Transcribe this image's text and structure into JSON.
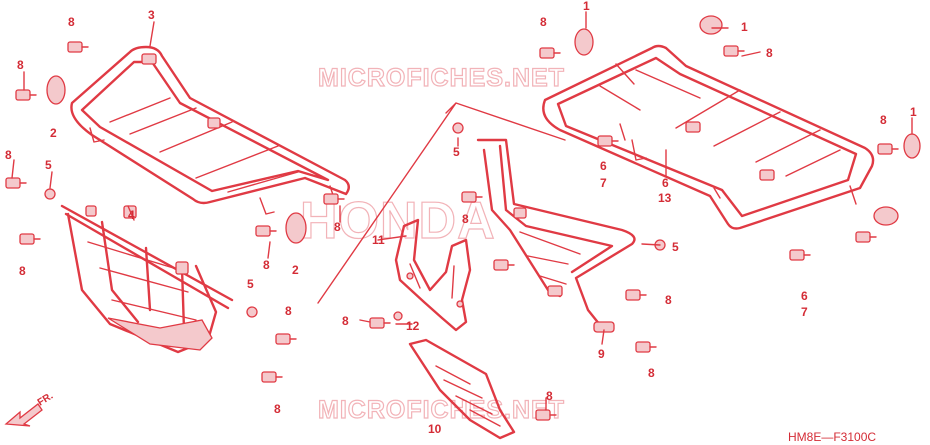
{
  "watermarks": {
    "top": "MICROFICHES.NET",
    "center": "HONDA",
    "bottom": "MICROFICHES.NET"
  },
  "diagram_code": "HM8E—F3100C",
  "direction_label": "FR.",
  "callouts": [
    {
      "id": "c01",
      "label": "8"
    },
    {
      "id": "c02",
      "label": "3"
    },
    {
      "id": "c03",
      "label": "8"
    },
    {
      "id": "c04",
      "label": "2"
    },
    {
      "id": "c05",
      "label": "8"
    },
    {
      "id": "c06",
      "label": "5"
    },
    {
      "id": "c07",
      "label": "4"
    },
    {
      "id": "c08",
      "label": "8"
    },
    {
      "id": "c09",
      "label": "8"
    },
    {
      "id": "c10",
      "label": "8"
    },
    {
      "id": "c11",
      "label": "2"
    },
    {
      "id": "c12",
      "label": "5"
    },
    {
      "id": "c13",
      "label": "8"
    },
    {
      "id": "c14",
      "label": "8"
    },
    {
      "id": "c15",
      "label": "5"
    },
    {
      "id": "c16",
      "label": "8"
    },
    {
      "id": "c17",
      "label": "11"
    },
    {
      "id": "c18",
      "label": "8"
    },
    {
      "id": "c19",
      "label": "12"
    },
    {
      "id": "c20",
      "label": "10"
    },
    {
      "id": "c21",
      "label": "8"
    },
    {
      "id": "c22",
      "label": "1"
    },
    {
      "id": "c23",
      "label": "1"
    },
    {
      "id": "c24",
      "label": "8"
    },
    {
      "id": "c25",
      "label": "8"
    },
    {
      "id": "c26",
      "label": "6"
    },
    {
      "id": "c27",
      "label": "7"
    },
    {
      "id": "c28",
      "label": "6"
    },
    {
      "id": "c29",
      "label": "13"
    },
    {
      "id": "c30",
      "label": "5"
    },
    {
      "id": "c31",
      "label": "9"
    },
    {
      "id": "c32",
      "label": "8"
    },
    {
      "id": "c33",
      "label": "8"
    },
    {
      "id": "c34",
      "label": "1"
    },
    {
      "id": "c35",
      "label": "8"
    },
    {
      "id": "c36",
      "label": "6"
    },
    {
      "id": "c37",
      "label": "7"
    }
  ]
}
